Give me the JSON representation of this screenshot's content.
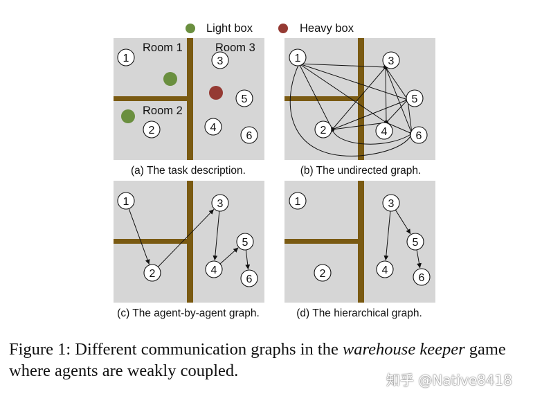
{
  "legend": [
    {
      "label": "Light box",
      "color": "#6a8f3f"
    },
    {
      "label": "Heavy box",
      "color": "#953a33"
    }
  ],
  "colors": {
    "panel": "#d6d6d6",
    "wall": "#7a5a12",
    "edge": "#111111"
  },
  "panels": [
    {
      "id": "a",
      "caption": "(a) The task description.",
      "rooms": [
        "Room 1",
        "Room 2",
        "Room 3"
      ],
      "light_boxes": 2,
      "heavy_boxes": 1,
      "nodes": [
        "1",
        "2",
        "3",
        "4",
        "5",
        "6"
      ],
      "edges": []
    },
    {
      "id": "b",
      "caption": "(b) The undirected graph.",
      "nodes": [
        "1",
        "2",
        "3",
        "4",
        "5",
        "6"
      ],
      "edges": [
        [
          "1",
          "3"
        ],
        [
          "1",
          "5"
        ],
        [
          "1",
          "2"
        ],
        [
          "1",
          "4"
        ],
        [
          "1",
          "6"
        ],
        [
          "2",
          "3"
        ],
        [
          "2",
          "5"
        ],
        [
          "2",
          "4"
        ],
        [
          "2",
          "6"
        ],
        [
          "3",
          "4"
        ],
        [
          "3",
          "5"
        ],
        [
          "3",
          "6"
        ],
        [
          "4",
          "5"
        ],
        [
          "4",
          "6"
        ],
        [
          "5",
          "6"
        ]
      ]
    },
    {
      "id": "c",
      "caption": "(c) The agent-by-agent graph.",
      "nodes": [
        "1",
        "2",
        "3",
        "4",
        "5",
        "6"
      ],
      "edges": [
        [
          "1",
          "2"
        ],
        [
          "2",
          "3"
        ],
        [
          "3",
          "4"
        ],
        [
          "4",
          "5"
        ],
        [
          "5",
          "6"
        ]
      ]
    },
    {
      "id": "d",
      "caption": "(d) The hierarchical graph.",
      "nodes": [
        "1",
        "2",
        "3",
        "4",
        "5",
        "6"
      ],
      "edges": [
        [
          "3",
          "4"
        ],
        [
          "3",
          "5"
        ],
        [
          "5",
          "6"
        ]
      ]
    }
  ],
  "caption": {
    "prefix": "Figure 1: Different communication graphs in the ",
    "emphasis": "warehouse keeper",
    "suffix": " game where agents are weakly coupled."
  },
  "watermark": "知乎 @Native8418"
}
